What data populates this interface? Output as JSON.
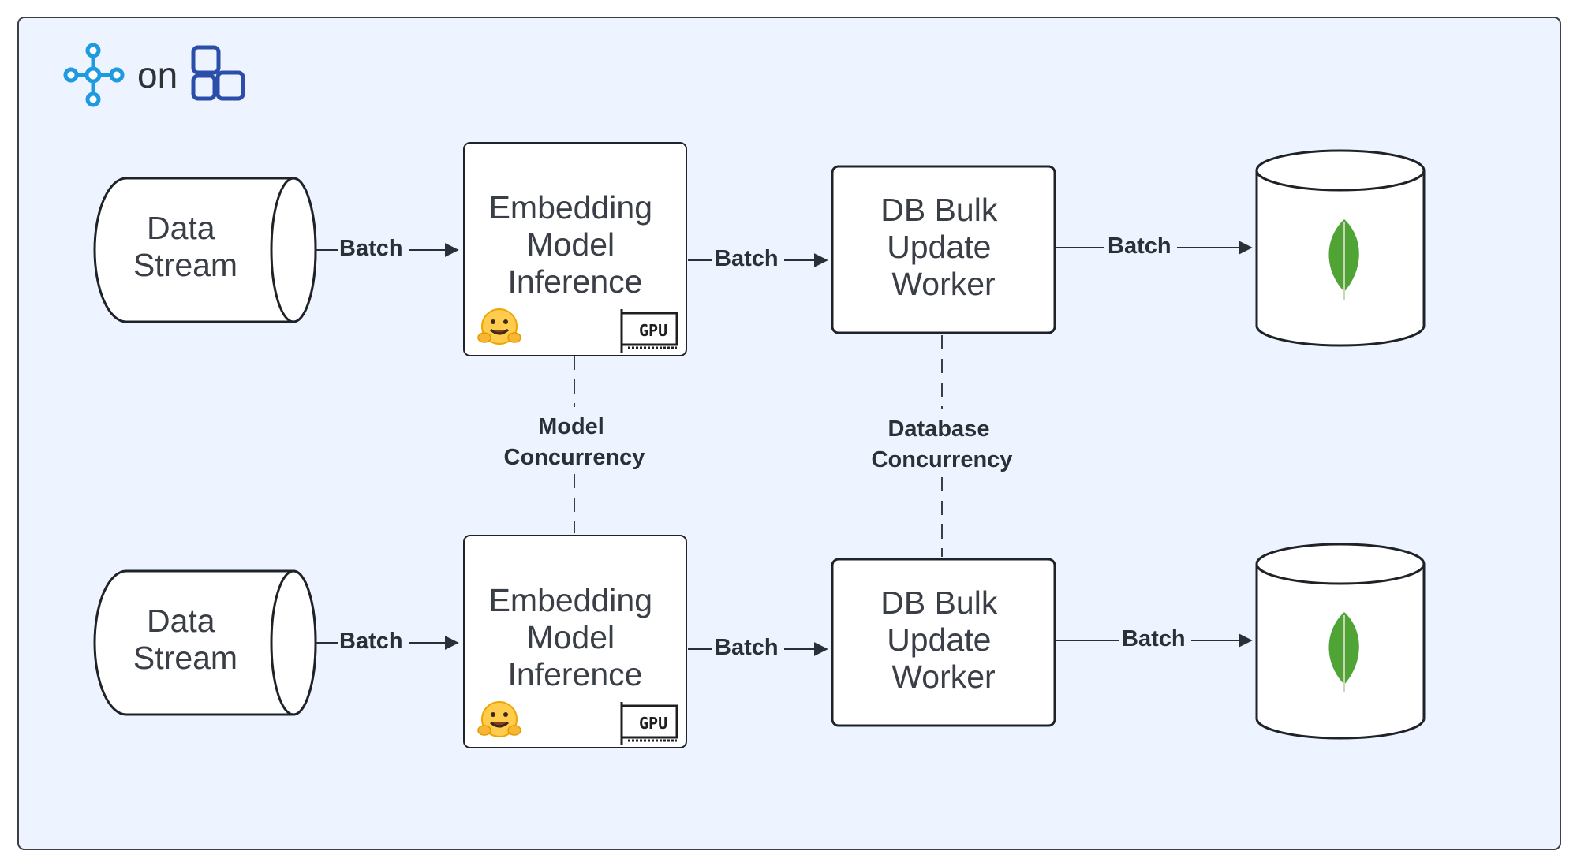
{
  "header": {
    "connector_text": "on",
    "pipeline_icon": "pipeline-nodes-icon",
    "platform_icon": "grid-blocks-icon"
  },
  "rows": [
    {
      "source": {
        "line1": "Data",
        "line2": "Stream"
      },
      "inference": {
        "line1": "Embedding",
        "line2": "Model",
        "line3": "Inference",
        "badge_icon": "hugging-face-icon",
        "gpu_label": "GPU"
      },
      "worker": {
        "line1": "DB Bulk",
        "line2": "Update",
        "line3": "Worker"
      },
      "sink_icon": "mongodb-leaf-icon",
      "edges": [
        "Batch",
        "Batch",
        "Batch"
      ]
    },
    {
      "source": {
        "line1": "Data",
        "line2": "Stream"
      },
      "inference": {
        "line1": "Embedding",
        "line2": "Model",
        "line3": "Inference",
        "badge_icon": "hugging-face-icon",
        "gpu_label": "GPU"
      },
      "worker": {
        "line1": "DB Bulk",
        "line2": "Update",
        "line3": "Worker"
      },
      "sink_icon": "mongodb-leaf-icon",
      "edges": [
        "Batch",
        "Batch",
        "Batch"
      ]
    }
  ],
  "concurrency": {
    "model": {
      "line1": "Model",
      "line2": "Concurrency"
    },
    "database": {
      "line1": "Database",
      "line2": "Concurrency"
    }
  },
  "colors": {
    "panel_bg": "#edf4ff",
    "panel_border": "#3c3f44",
    "stroke": "#1f2328",
    "node_fill": "#ffffff",
    "accent_blue": "#1e9be0",
    "platform_blue": "#2b4fa8",
    "leaf_green": "#4fa435"
  }
}
